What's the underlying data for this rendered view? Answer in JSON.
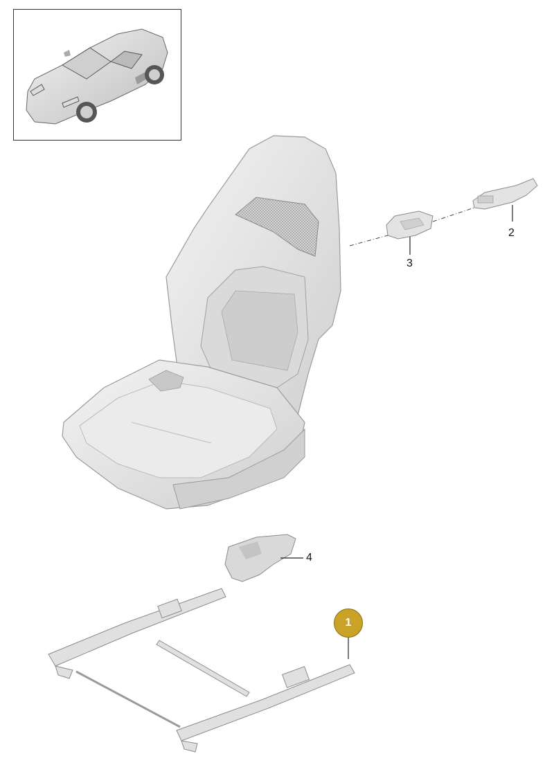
{
  "thumbnail": {
    "icon": "car-icon"
  },
  "callouts": [
    {
      "label": "1",
      "highlighted": true
    },
    {
      "label": "2",
      "highlighted": false
    },
    {
      "label": "3",
      "highlighted": false
    },
    {
      "label": "4",
      "highlighted": false
    }
  ],
  "parts": {
    "seat": "seat-icon",
    "trim_2": "trim-cover-icon",
    "trim_3": "guide-icon",
    "cover_4": "side-cover-icon",
    "frame_1": "seat-rail-icon"
  },
  "colors": {
    "badge": "#C9A227",
    "line": "#222222",
    "part_fill": "#e6e6e6",
    "part_stroke": "#8a8a8a"
  }
}
